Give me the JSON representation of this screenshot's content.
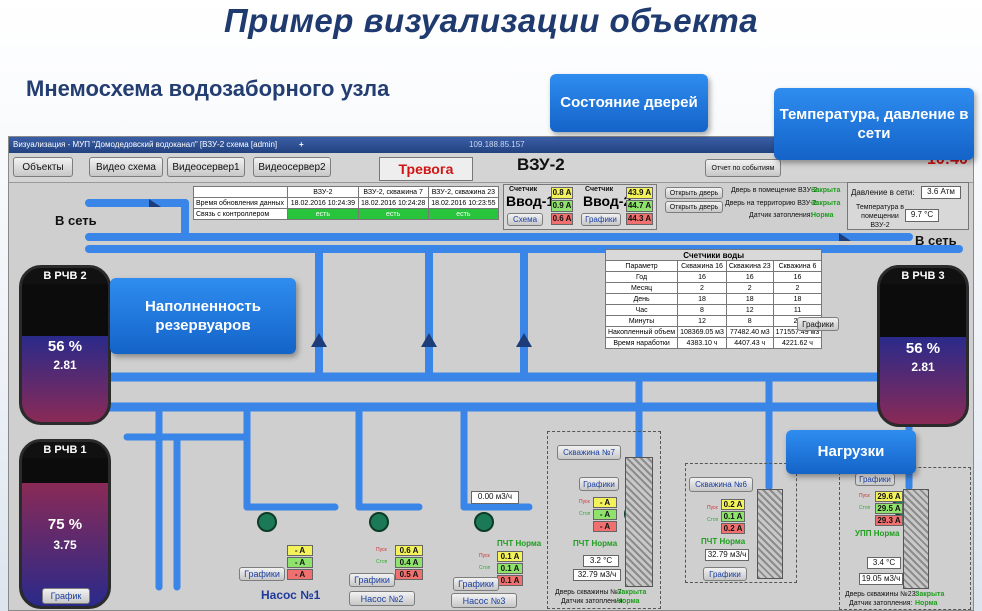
{
  "slide": {
    "title": "Пример визуализации объекта",
    "subtitle": "Мнемосхема водозаборного узла"
  },
  "window": {
    "title": "Визуализация - МУП \"Домодедовский водоканал\" [ВЗУ-2 схема [admin]",
    "ip": "109.188.85.157"
  },
  "toolbar": {
    "objects": "Объекты",
    "video_scheme": "Видео схема",
    "video_server1": "Видеосервер1",
    "video_server2": "Видеосервер2",
    "alarm": "Тревога",
    "station": "ВЗУ-2",
    "events_report": "Отчет по событиям",
    "clock_partial": "10:40"
  },
  "status_table": {
    "headers": [
      "",
      "ВЗУ-2",
      "ВЗУ-2, скважина 7",
      "ВЗУ-2, скважина 23"
    ],
    "rows": [
      [
        "Время обновления данных",
        "18.02.2016 10:24:39",
        "18.02.2016 10:24:28",
        "18.02.2016 10:23:55"
      ],
      [
        "Связь с контроллером",
        "есть",
        "есть",
        "есть"
      ]
    ]
  },
  "meters": {
    "counter_label": "Счетчик",
    "input1": "Ввод-1",
    "input2": "Ввод-2",
    "in1_values": [
      "0.8 A",
      "0.9 A",
      "0.6 A"
    ],
    "in2_values": [
      "43.9 A",
      "44.7 A",
      "44.3 A"
    ],
    "scheme_btn": "Схема",
    "graphs_btn": "Графики"
  },
  "doors": {
    "open_door": "Открыть дверь",
    "room_door": "Дверь в помещение ВЗУ-2:",
    "room_state": "Закрыта",
    "territory_door": "Дверь на территорию ВЗУ-2:",
    "territory_state": "Закрыта",
    "flood_sensor": "Датчик затопления:",
    "flood_state": "Норма"
  },
  "environment": {
    "pressure_label": "Давление в сети:",
    "pressure_value": "3.6 Атм",
    "temp_label": "Температура в помещении ВЗУ-2",
    "temp_value": "9.7 °С"
  },
  "pipes": {
    "to_network_left": "В сеть",
    "to_network_right": "В сеть"
  },
  "water_meters": {
    "title": "Счетчики воды",
    "headers": [
      "Параметр",
      "Скважина 16",
      "Скважина 23",
      "Скважина 6"
    ],
    "rows": [
      [
        "Год",
        "16",
        "16",
        "16"
      ],
      [
        "Месяц",
        "2",
        "2",
        "2"
      ],
      [
        "День",
        "18",
        "18",
        "18"
      ],
      [
        "Час",
        "8",
        "12",
        "11"
      ],
      [
        "Минуты",
        "12",
        "8",
        "25"
      ],
      [
        "Накопленный объем",
        "108369.05 м3",
        "77482.40 м3",
        "171557.49 м3"
      ],
      [
        "Время наработки",
        "4383.10 ч",
        "4407.43 ч",
        "4221.62 ч"
      ]
    ],
    "graphs_btn": "Графики"
  },
  "tanks": [
    {
      "name": "В РЧВ 2",
      "percent": "56 %",
      "level": "2.81",
      "fill": 0.56
    },
    {
      "name": "В РЧВ 3",
      "percent": "56 %",
      "level": "2.81",
      "fill": 0.56
    },
    {
      "name": "В РЧВ 1",
      "percent": "75 %",
      "level": "3.75",
      "fill": 0.75
    }
  ],
  "pumps": {
    "pump1": {
      "name": "Насос №1",
      "values": [
        "- A",
        "- A",
        "- A"
      ],
      "graphs": "Графики"
    },
    "pump2": {
      "name": "Насос №2",
      "values": [
        "0.6 A",
        "0.4 A",
        "0.5 A"
      ],
      "graphs": "Графики"
    },
    "pump3": {
      "name": "Насос №3",
      "values": [
        "0.1 A",
        "0.1 A",
        "0.1 A"
      ],
      "graphs": "Графики",
      "flow": "0.00 м3/ч",
      "pcht": "ПЧТ Норма"
    },
    "start": "Пуск",
    "stop": "Стоп",
    "graph_single": "График"
  },
  "wells": {
    "w7": {
      "name": "Скважина №7",
      "graphs": "Графики",
      "values": [
        "- A",
        "- A",
        "- A"
      ],
      "pcht": "ПЧТ Норма",
      "temp": "3.2 °С",
      "flow": "32.79 м3/ч",
      "door": "Дверь скважины №7:",
      "door_state": "Закрыта",
      "flood": "Датчик затопления:",
      "flood_state": "Норма"
    },
    "w6": {
      "name": "Скважина №6",
      "graphs": "Графики",
      "values": [
        "0.2 A",
        "0.1 A",
        "0.2 A"
      ],
      "pcht": "ПЧТ Норма",
      "flow": "32.79 м3/ч"
    },
    "w23": {
      "graphs": "Графики",
      "values": [
        "29.6 A",
        "29.5 A",
        "29.3 A"
      ],
      "upp": "УПП Норма",
      "temp": "3.4 °С",
      "flow": "19.05 м3/ч",
      "door": "Дверь скважины №23:",
      "door_state": "Закрыта",
      "flood": "Датчик затопления:",
      "flood_state": "Норма"
    }
  },
  "callouts": {
    "doors": "Состояние дверей",
    "temp": "Температура, давление в сети",
    "fill": "Наполненность резервуаров",
    "loads": "Нагрузки"
  },
  "colors": {
    "pipe": "#3a86e8",
    "callout": "#1f74dc",
    "alarm": "#d01515"
  }
}
